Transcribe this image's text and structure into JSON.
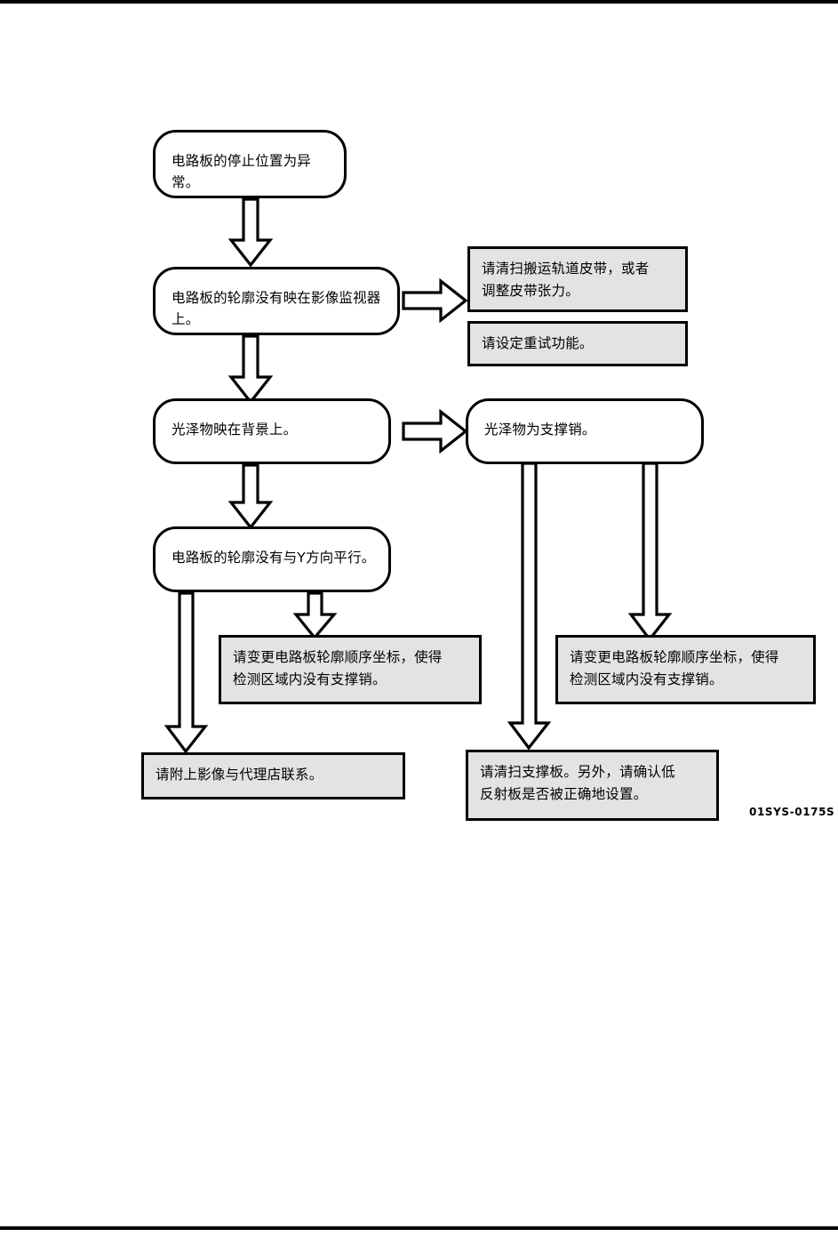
{
  "document": {
    "figure_code": "01SYS-0175S",
    "background_color": "#ffffff",
    "node_fill": "#ffffff",
    "action_fill": "#e3e3e3",
    "line_color": "#000000"
  },
  "nodes": {
    "symptom_root": "电路板的停止位置为异常。",
    "check_outline_not_on_monitor": "电路板的轮廓没有映在影像监视器\n上。",
    "check_gloss_on_background": "光泽物映在背景上。",
    "check_gloss_is_support_pin": "光泽物为支撑销。",
    "check_outline_not_parallel_y": "电路板的轮廓没有与Y方向平行。"
  },
  "actions": {
    "clean_conveyor_belt": "请清扫搬运轨道皮带，或者\n调整皮带张力。",
    "set_retry_function": "请设定重试功能。",
    "change_outline_coords_left": "请变更电路板轮廓顺序坐标，使得\n检测区域内没有支撑销。",
    "change_outline_coords_right": "请变更电路板轮廓顺序坐标，使得\n检测区域内没有支撑销。",
    "contact_dealer_with_image": "请附上影像与代理店联系。",
    "clean_support_plate": "请清扫支撑板。另外，请确认低\n反射板是否被正确地设置。"
  },
  "arrows": {
    "root_to_monitor": "down-block-arrow",
    "monitor_to_actions": "right-block-arrow",
    "monitor_to_gloss": "down-block-arrow",
    "gloss_to_support_pin": "right-block-arrow",
    "gloss_to_parallel": "down-block-arrow",
    "parallel_to_coords": "down-block-arrow",
    "parallel_to_dealer": "down-block-arrow-long",
    "support_pin_to_clean_plate": "down-block-arrow-long",
    "support_pin_to_coords_right": "down-block-arrow-long"
  }
}
